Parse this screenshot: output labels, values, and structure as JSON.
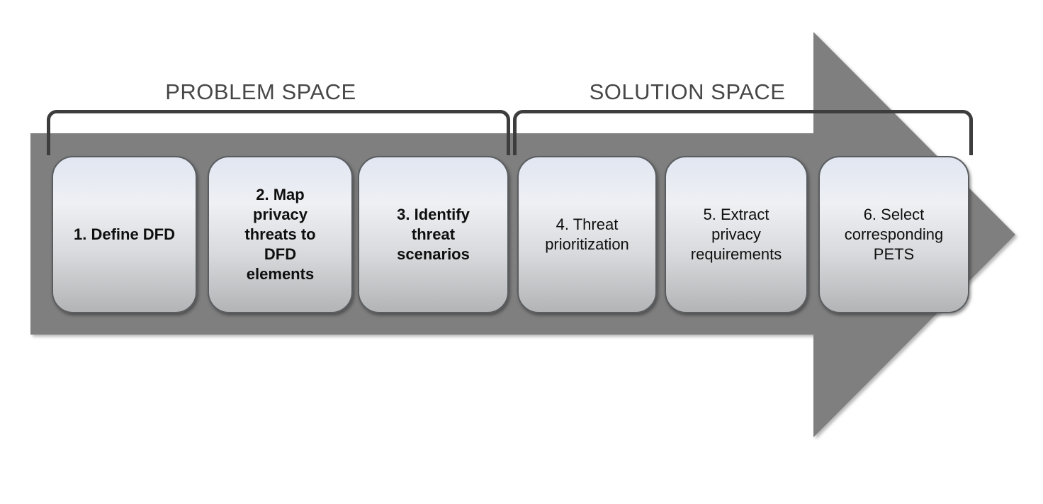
{
  "diagram": {
    "title_labels": {
      "problem_space": "PROBLEM SPACE",
      "solution_space": "SOLUTION SPACE"
    },
    "steps": [
      {
        "label": "1. Define DFD",
        "bold": true,
        "space": "problem"
      },
      {
        "label": "2. Map\nprivacy\nthreats to\nDFD\nelements",
        "bold": true,
        "space": "problem"
      },
      {
        "label": "3. Identify\nthreat\nscenarios",
        "bold": true,
        "space": "problem"
      },
      {
        "label": "4. Threat\nprioritization",
        "bold": false,
        "space": "solution"
      },
      {
        "label": "5. Extract\nprivacy\nrequirements",
        "bold": false,
        "space": "solution"
      },
      {
        "label": "6. Select\ncorresponding\nPETS",
        "bold": false,
        "space": "solution"
      }
    ],
    "colors": {
      "arrow": "#7f7f7f",
      "bracket": "#3d3d3d",
      "label_text": "#474747",
      "step_text": "#0f0f0f",
      "box_border": "#5a5d60",
      "box_gradient_top": "#e1e6f2",
      "box_gradient_bottom": "#b2b4b6"
    }
  }
}
